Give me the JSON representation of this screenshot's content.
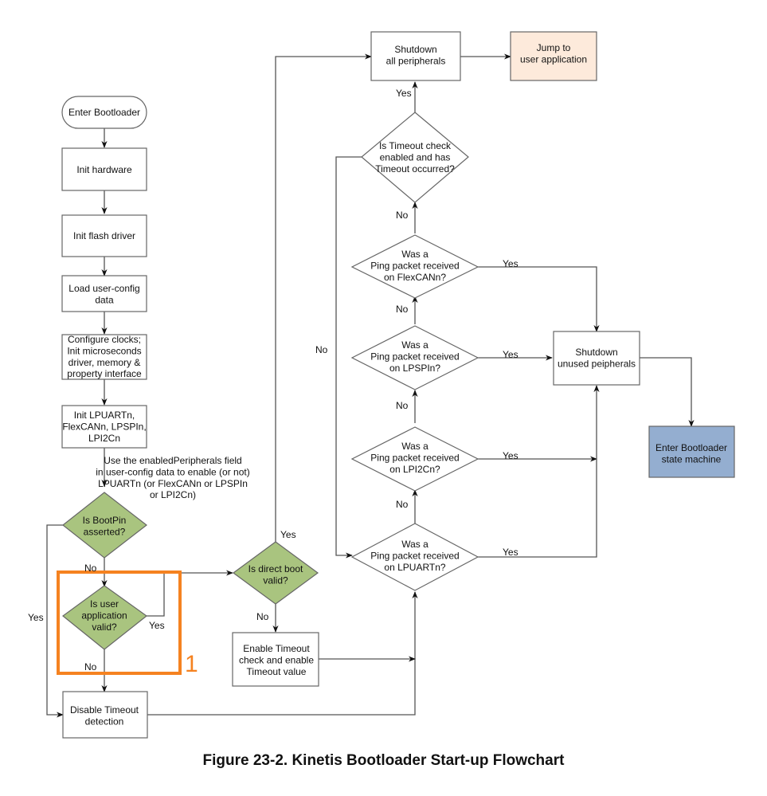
{
  "caption": "Figure 23-2. Kinetis Bootloader Start-up Flowchart",
  "colors": {
    "decision_green": "#a9c47f",
    "jump_fill": "#fdeadb",
    "state_machine_fill": "#94aed0",
    "highlight_orange": "#f58220",
    "stroke": "#555555"
  },
  "nodes": {
    "enter_bootloader": [
      "Enter Bootloader"
    ],
    "init_hardware": [
      "Init hardware"
    ],
    "init_flash": [
      "Init flash driver"
    ],
    "load_config": [
      "Load user-config",
      "data"
    ],
    "configure_clocks": [
      "Configure clocks;",
      "Init microseconds",
      "driver, memory &",
      "property interface"
    ],
    "init_periph": [
      "Init LPUARTn,",
      "FlexCANn, LPSPIn,",
      "LPI2Cn"
    ],
    "bootpin": [
      "Is BootPin",
      "asserted?"
    ],
    "user_app_valid": [
      "Is user",
      "application",
      "valid?"
    ],
    "disable_timeout": [
      "Disable Timeout",
      "detection"
    ],
    "direct_boot": [
      "Is direct boot",
      "valid?"
    ],
    "enable_timeout": [
      "Enable Timeout",
      "check and enable",
      "Timeout value"
    ],
    "shutdown_all": [
      "Shutdown",
      "all peripherals"
    ],
    "jump_app": [
      "Jump to",
      "user application"
    ],
    "timeout_check": [
      "Is Timeout check",
      "enabled and has",
      "Timeout occurred?"
    ],
    "ping_flexcan": [
      "Was a",
      "Ping packet received",
      "on FlexCANn?"
    ],
    "ping_lpspi": [
      "Was a",
      "Ping packet received",
      "on LPSPIn?"
    ],
    "ping_lpi2c": [
      "Was a",
      "Ping packet received",
      "on LPI2Cn?"
    ],
    "ping_lpuart": [
      "Was a",
      "Ping packet received",
      "on LPUARTn?"
    ],
    "shutdown_unused": [
      "Shutdown",
      "unused peipherals"
    ],
    "state_machine": [
      "Enter Bootloader",
      "state machine"
    ]
  },
  "note": [
    "Use the enabledPeripherals field",
    "in user-config data to enable (or not)",
    "LPUARTn (or FlexCANn or LPSPIn",
    "or LPI2Cn)"
  ],
  "labels": {
    "yes": "Yes",
    "no": "No",
    "highlight_marker": "1"
  }
}
